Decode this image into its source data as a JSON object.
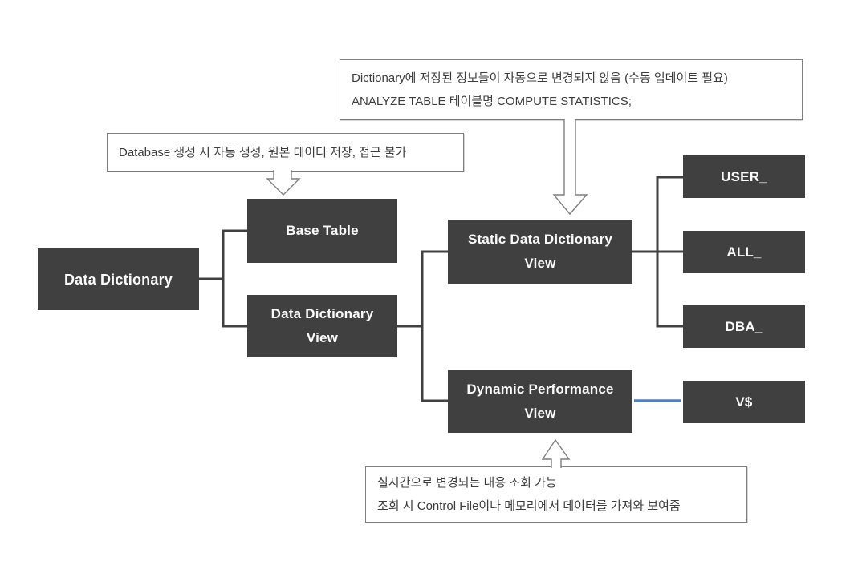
{
  "diagram": {
    "title": "Oracle Data Dictionary structure diagram",
    "nodes": {
      "data_dictionary": {
        "label": "Data Dictionary"
      },
      "base_table": {
        "label": "Base Table"
      },
      "data_dictionary_view": {
        "label": "Data Dictionary\nView"
      },
      "static_view": {
        "label": "Static Data Dictionary\nView"
      },
      "dynamic_view": {
        "label": "Dynamic Performance\nView"
      },
      "user_prefix": {
        "label": "USER_"
      },
      "all_prefix": {
        "label": "ALL_"
      },
      "dba_prefix": {
        "label": "DBA_"
      },
      "v_dollar": {
        "label": "V$"
      }
    },
    "callouts": {
      "static_note": {
        "line1": "Dictionary에 저장된 정보들이 자동으로 변경되지 않음 (수동 업데이트 필요)",
        "line2": "ANALYZE TABLE 테이블명 COMPUTE STATISTICS;"
      },
      "base_table_note": {
        "line1": "Database 생성 시 자동 생성, 원본 데이터 저장, 접근 불가"
      },
      "dynamic_note": {
        "line1": "실시간으로 변경되는 내용 조회 가능",
        "line2": "조회 시 Control File이나 메모리에서 데이터를 가져와 보여줌"
      }
    },
    "colors": {
      "node_fill": "#404040",
      "node_text": "#fafafa",
      "connector": "#404040",
      "accent_connector": "#4f81bd",
      "callout_border": "#7f7f7f",
      "callout_text": "#3d3d3d",
      "background": "#ffffff"
    }
  }
}
